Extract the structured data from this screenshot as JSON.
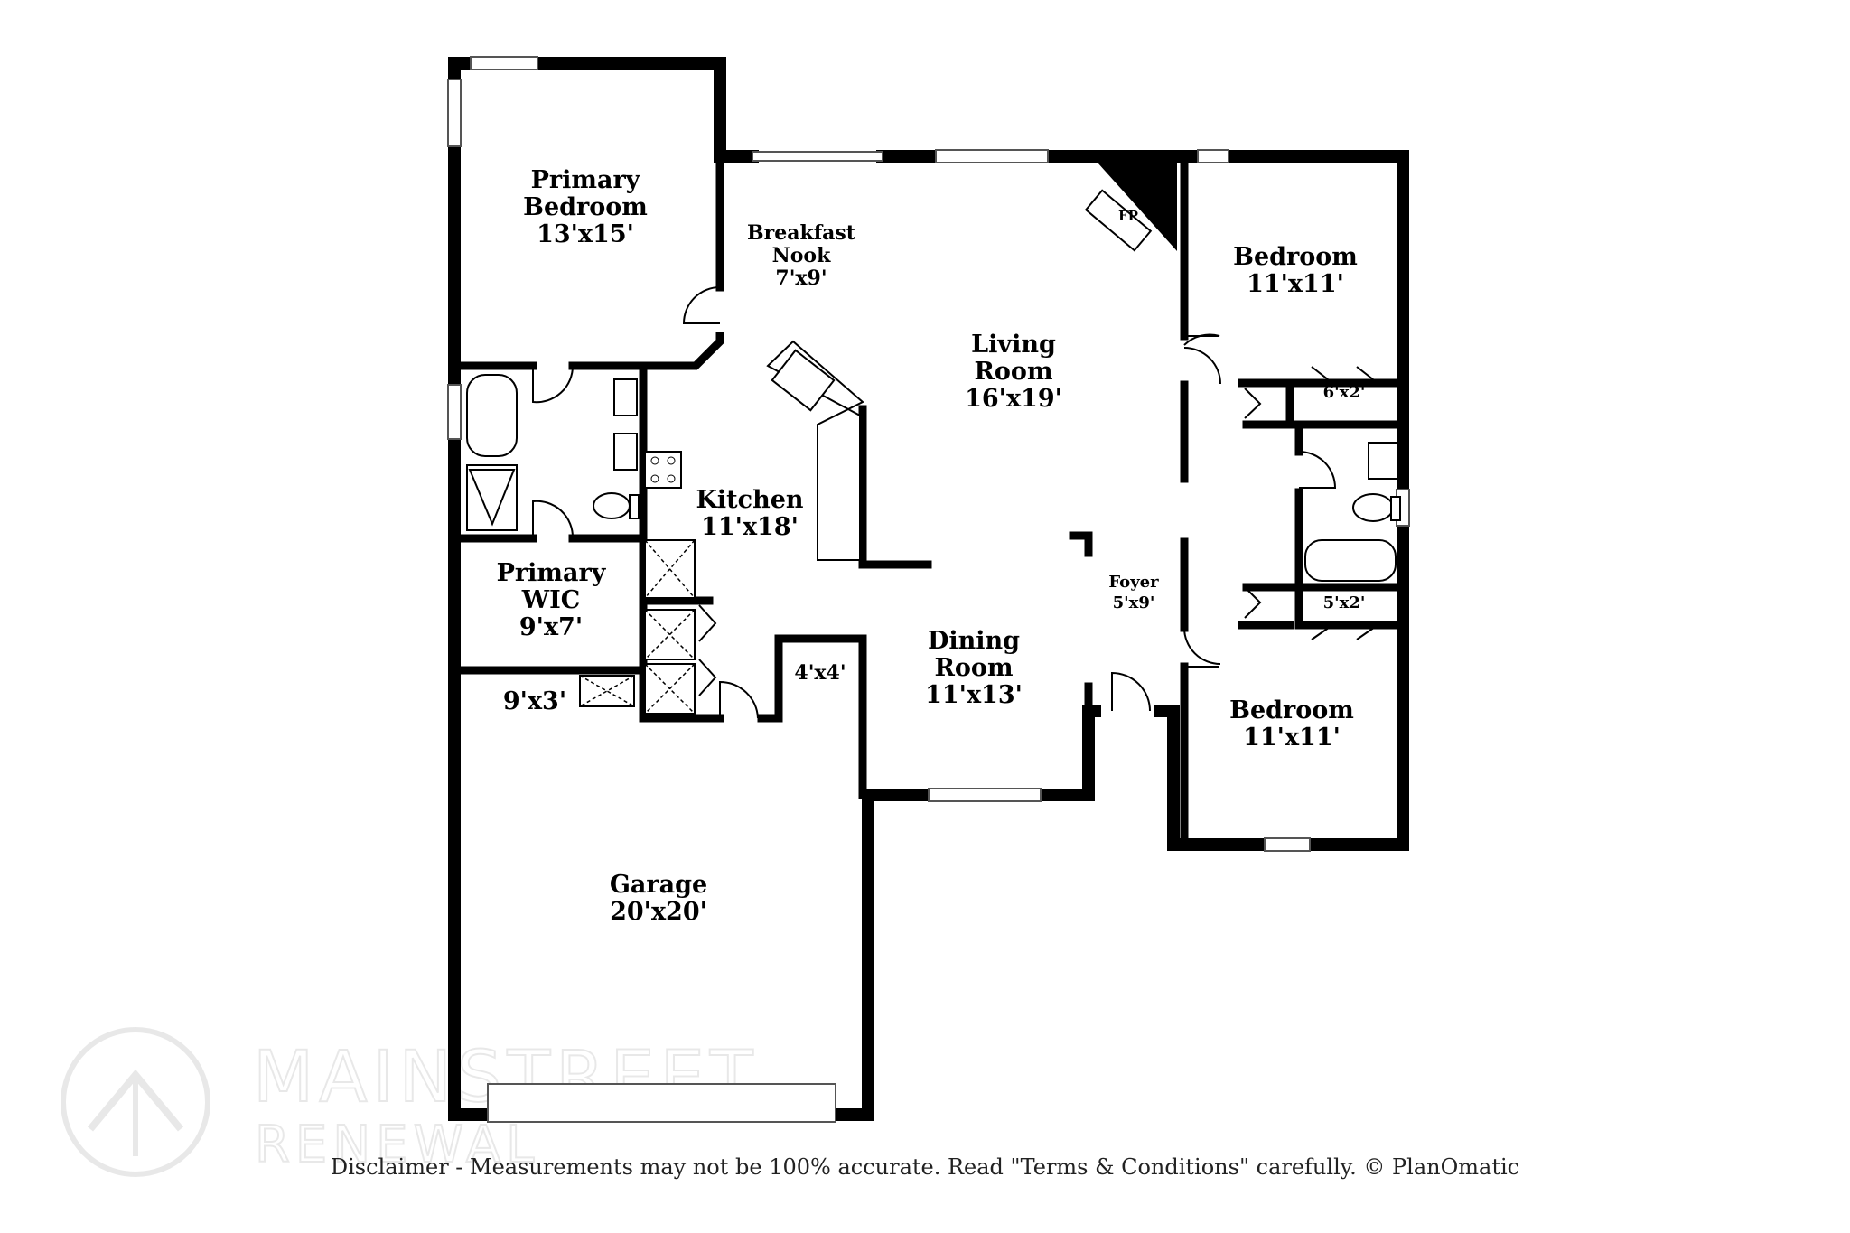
{
  "rooms": {
    "primary_bedroom": {
      "name_line1": "Primary",
      "name_line2": "Bedroom",
      "size": "13'x15'"
    },
    "breakfast_nook": {
      "name_line1": "Breakfast",
      "name_line2": "Nook",
      "size": "7'x9'"
    },
    "fireplace": {
      "label": "FP"
    },
    "bedroom_top": {
      "name": "Bedroom",
      "size": "11'x11'"
    },
    "living_room": {
      "name_line1": "Living",
      "name_line2": "Room",
      "size": "16'x19'"
    },
    "closet_top": {
      "size": "6'x2'"
    },
    "kitchen": {
      "name": "Kitchen",
      "size": "11'x18'"
    },
    "primary_wic": {
      "name_line1": "Primary",
      "name_line2": "WIC",
      "size": "9'x7'"
    },
    "foyer": {
      "name": "Foyer",
      "size": "5'x9'"
    },
    "closet_bottom": {
      "size": "5'x2'"
    },
    "dining_room": {
      "name_line1": "Dining",
      "name_line2": "Room",
      "size": "11'x13'"
    },
    "pantry": {
      "size": "4'x4'"
    },
    "laundry": {
      "size": "9'x3'"
    },
    "bedroom_bottom": {
      "name": "Bedroom",
      "size": "11'x11'"
    },
    "garage": {
      "name": "Garage",
      "size": "20'x20'"
    }
  },
  "disclaimer": "Disclaimer - Measurements may not be 100% accurate. Read \"Terms & Conditions\" carefully. © PlanOmatic",
  "watermark": {
    "line1": "MAINSTREET",
    "line2": "RENEWAL"
  }
}
